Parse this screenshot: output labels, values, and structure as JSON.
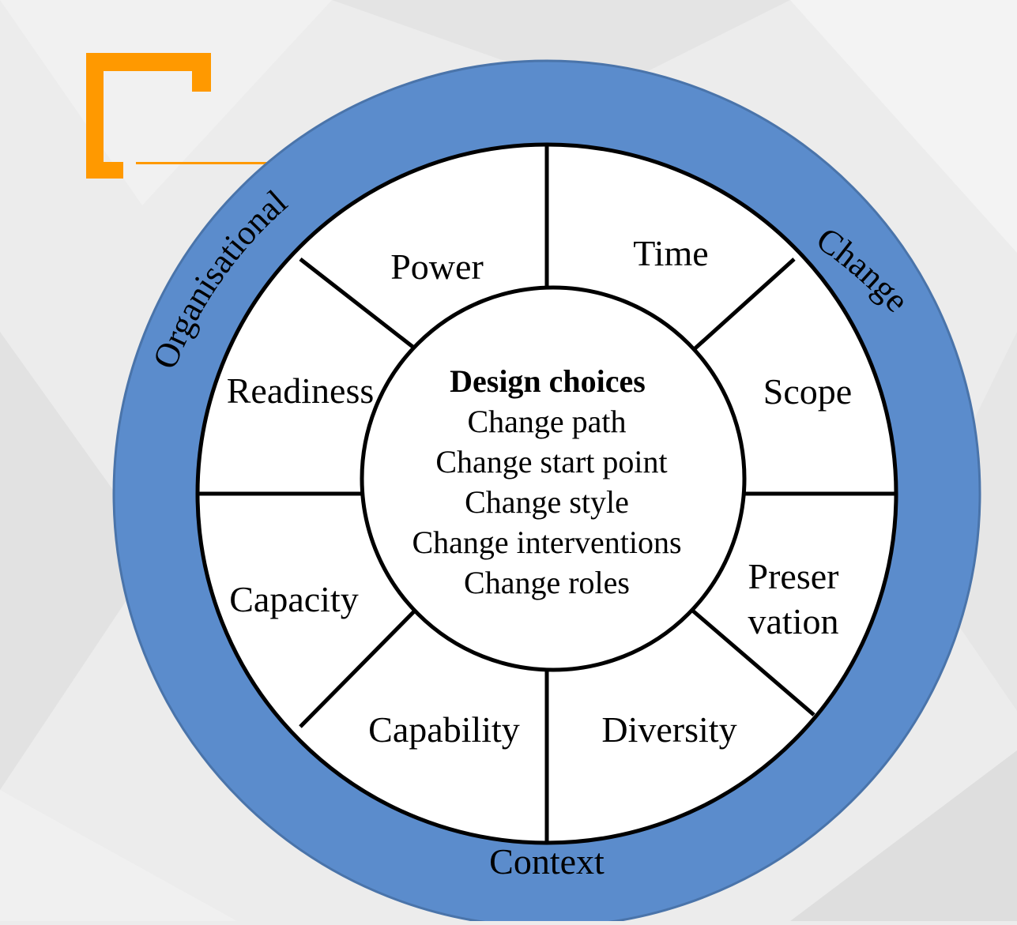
{
  "colors": {
    "background": "#ececec",
    "ring": "#5b8ccc",
    "ring_edge": "#4a74aa",
    "accent": "#ff9900",
    "segment_fill": "#ffffff",
    "stroke": "#000000"
  },
  "outer_ring": {
    "arc_top_left": "Organisational",
    "arc_top_right": "Change",
    "bottom": "Context"
  },
  "segments": {
    "power": "Power",
    "time": "Time",
    "readiness": "Readiness",
    "scope": "Scope",
    "capacity": "Capacity",
    "preservation_line1": "Preser",
    "preservation_line2": "vation",
    "capability": "Capability",
    "diversity": "Diversity"
  },
  "center": {
    "title": "Design choices",
    "items": [
      "Change path",
      "Change start point",
      "Change style",
      "Change interventions",
      "Change roles"
    ]
  }
}
